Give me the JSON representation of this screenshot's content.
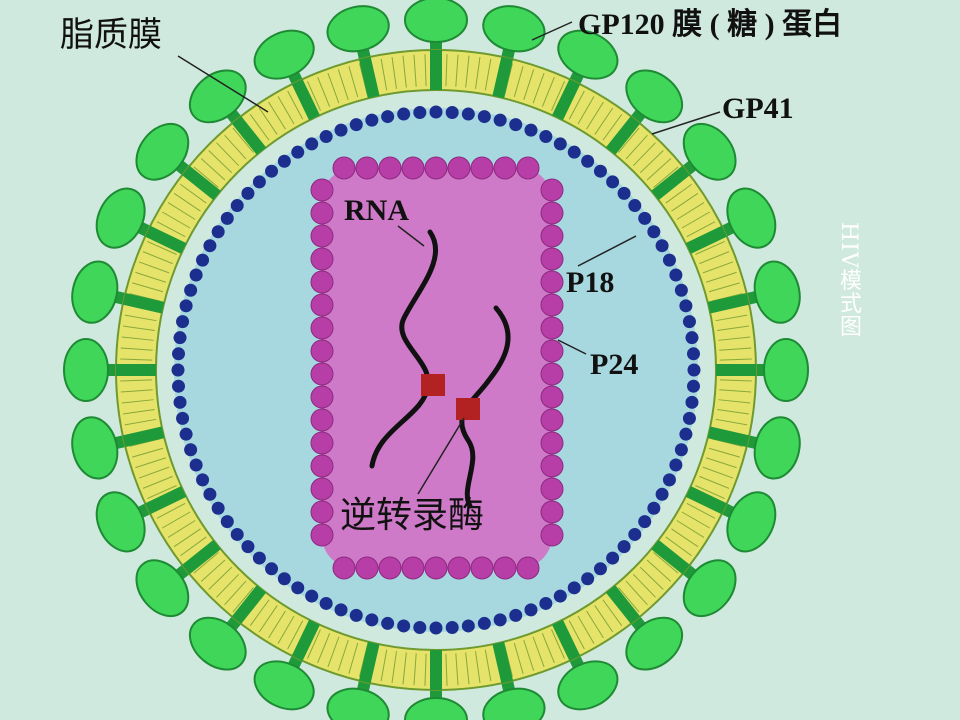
{
  "labels": {
    "lipid_membrane": "脂质膜",
    "gp120": "GP120 膜 ( 糖 ) 蛋白",
    "gp41": "GP41",
    "rna": "RNA",
    "p18": "P18",
    "p24": "P24",
    "reverse_transcriptase": "逆转录酶"
  },
  "caption": "HIV模式图",
  "colors": {
    "background": "#cfe9de",
    "glycoprotein": "#3fd65a",
    "glycoprotein_edge": "#1f8a34",
    "stalk": "#1f9a3a",
    "lipid_layer": "#e6e36a",
    "lipid_edge": "#6f9a2e",
    "matrix_ring": "#1c2f8f",
    "interior": "#a7d7df",
    "capsid": "#d56ac6",
    "capsid_bead": "#b73ea6",
    "rna": "#111111",
    "enzyme": "#b22222"
  }
}
